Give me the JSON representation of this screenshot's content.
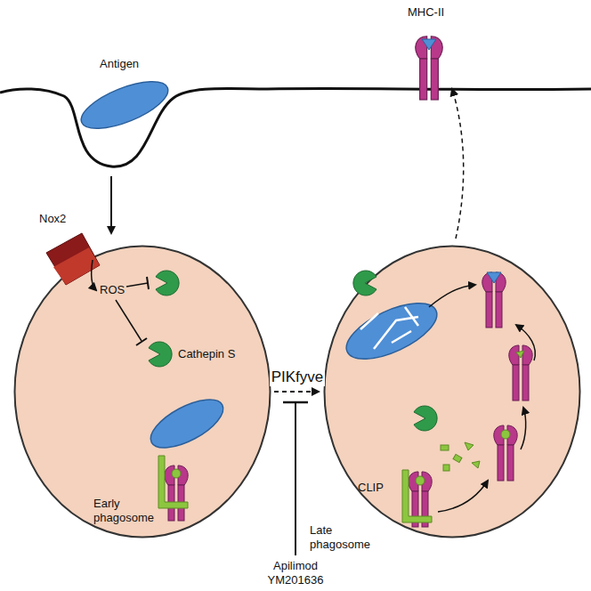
{
  "diagram": {
    "nodes": [
      {
        "text": [
          "Early phagosome"
        ]
      },
      {
        "text": [
          "Late phagosome"
        ]
      }
    ],
    "edges": [
      {
        "from": 0,
        "to": 1,
        "arrow": "to",
        "label": "PIKfyve"
      }
    ],
    "labels": [
      "Antigen",
      "MHC-II",
      "Nox2",
      "ROS",
      "Cathepin S",
      "Apilimod YM201636",
      "CLIP"
    ]
  }
}
